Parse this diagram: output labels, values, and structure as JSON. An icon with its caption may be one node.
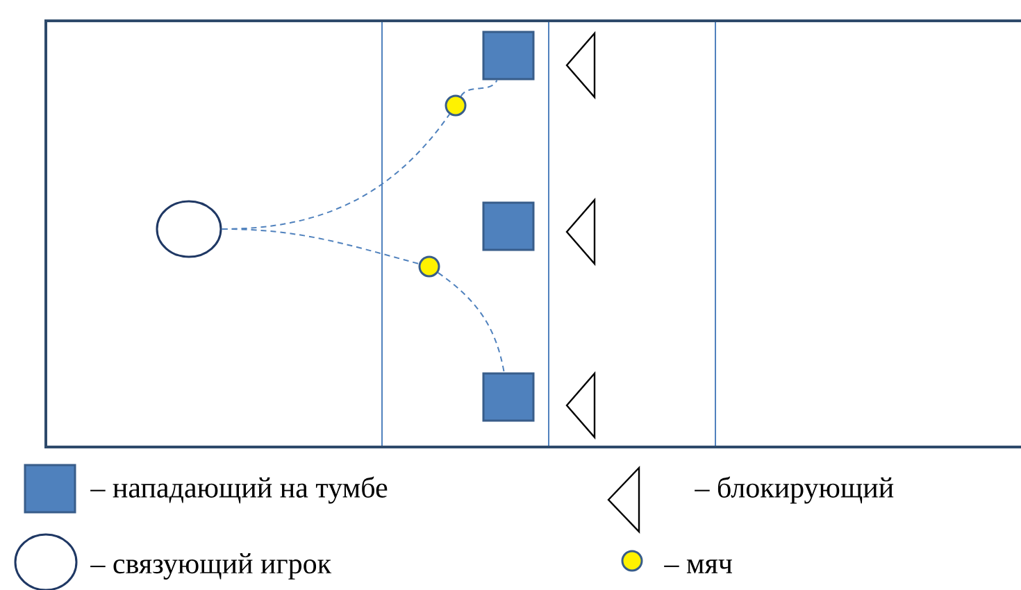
{
  "diagram": {
    "nodes": [
      {
        "text": [],
        "shape": "circle"
      },
      {
        "text": [],
        "shape": "box"
      },
      {
        "text": [],
        "shape": "box"
      },
      {
        "text": [],
        "shape": "box"
      },
      {
        "text": [],
        "shape": "triangle"
      },
      {
        "text": [],
        "shape": "triangle"
      },
      {
        "text": [],
        "shape": "triangle"
      },
      {
        "text": [],
        "shape": "circle"
      },
      {
        "text": [],
        "shape": "circle"
      }
    ],
    "edges": [
      {
        "from": 0,
        "to": 7,
        "arrow": "none",
        "style": "dashed"
      },
      {
        "from": 7,
        "to": 1,
        "arrow": "none",
        "style": "dashed"
      },
      {
        "from": 0,
        "to": 8,
        "arrow": "none",
        "style": "dashed"
      },
      {
        "from": 8,
        "to": 3,
        "arrow": "none",
        "style": "dashed"
      }
    ],
    "legend": [
      {
        "text": "– нападающий на тумбе"
      },
      {
        "text": "– блокирующий"
      },
      {
        "text": "– связующий игрок"
      },
      {
        "text": "– мяч"
      }
    ]
  }
}
